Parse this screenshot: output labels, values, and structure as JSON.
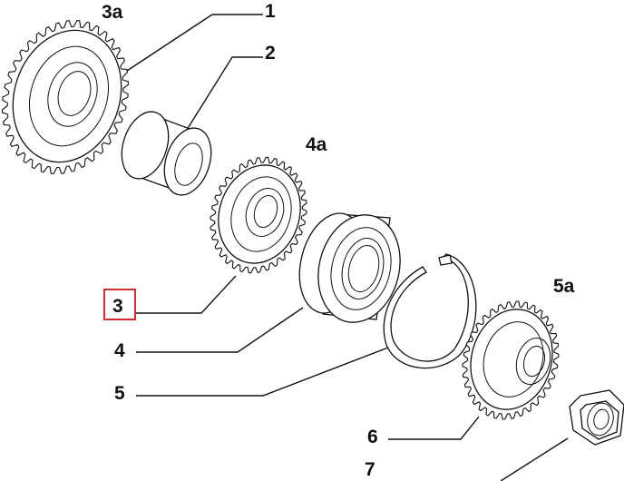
{
  "diagram": {
    "labels": {
      "l1": "1",
      "l2": "2",
      "l3": "3",
      "l3a": "3a",
      "l4": "4",
      "l4a": "4a",
      "l5": "5",
      "l5a": "5a",
      "l6": "6",
      "l7": "7"
    },
    "highlight_color": "#d32f2f",
    "line_color": "#111111"
  }
}
